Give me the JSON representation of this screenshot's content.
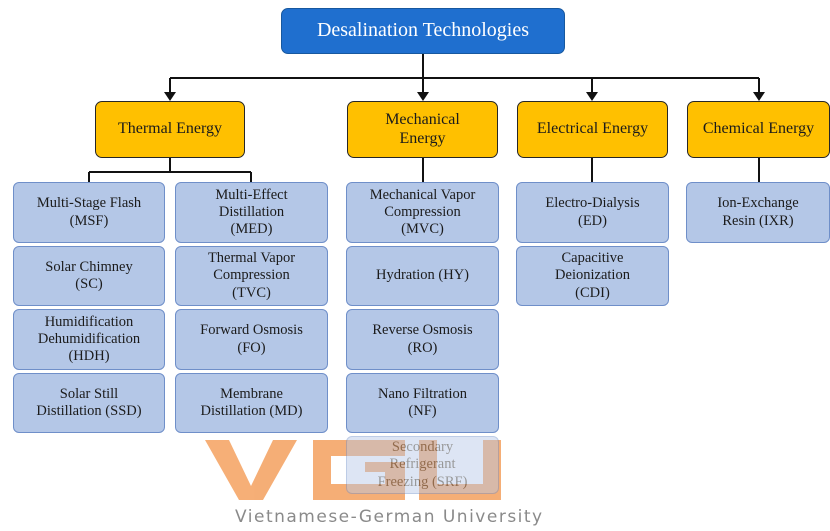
{
  "root": {
    "label": "Desalination Technologies"
  },
  "categories": [
    {
      "label": "Thermal Energy"
    },
    {
      "label": "Mechanical\nEnergy"
    },
    {
      "label": "Electrical Energy"
    },
    {
      "label": "Chemical Energy"
    }
  ],
  "thermal_left": [
    {
      "label": "Multi-Stage Flash\n(MSF)"
    },
    {
      "label": "Solar Chimney\n(SC)"
    },
    {
      "label": "Humidification\nDehumidification\n(HDH)"
    },
    {
      "label": "Solar Still\nDistillation (SSD)"
    }
  ],
  "thermal_right": [
    {
      "label": "Multi-Effect\nDistillation\n(MED)"
    },
    {
      "label": "Thermal Vapor\nCompression\n(TVC)"
    },
    {
      "label": "Forward Osmosis\n(FO)"
    },
    {
      "label": "Membrane\nDistillation (MD)"
    }
  ],
  "mechanical": [
    {
      "label": "Mechanical Vapor\nCompression\n(MVC)"
    },
    {
      "label": "Hydration (HY)"
    },
    {
      "label": "Reverse Osmosis\n(RO)"
    },
    {
      "label": "Nano Filtration\n(NF)"
    },
    {
      "label": "Secondary\nRefrigerant\nFreezing (SRF)"
    }
  ],
  "electrical": [
    {
      "label": "Electro-Dialysis\n(ED)"
    },
    {
      "label": "Capacitive\nDeionization\n(CDI)"
    }
  ],
  "chemical": [
    {
      "label": "Ion-Exchange\nResin (IXR)"
    }
  ],
  "watermark": {
    "logo_text": "VGU",
    "text": "Vietnamese-German University"
  },
  "colors": {
    "root_fill": "#1f6fcf",
    "category_fill": "#ffc000",
    "leaf_fill": "#b4c7e7",
    "connector": "#111111",
    "watermark_orange": "#f4a15f",
    "watermark_text": "#8a8a8a"
  }
}
